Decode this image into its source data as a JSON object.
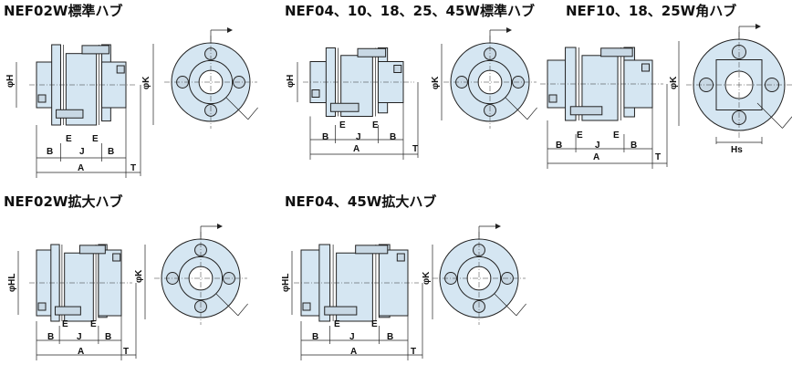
{
  "panels": [
    {
      "title": "NEF02W標準ハブ",
      "labels": {
        "dia_h": "φH",
        "dia_k": "φK",
        "e1": "E",
        "e2": "E",
        "b1": "B",
        "j": "J",
        "b2": "B",
        "a": "A",
        "t": "T"
      }
    },
    {
      "title": "NEF04、10、18、25、45W標準ハブ",
      "labels": {
        "dia_h": "φH",
        "dia_k": "φK",
        "e1": "E",
        "e2": "E",
        "b1": "B",
        "j": "J",
        "b2": "B",
        "a": "A",
        "t": "T"
      }
    },
    {
      "title": "NEF10、18、25W角ハブ",
      "labels": {
        "dia_k": "φK",
        "e1": "E",
        "e2": "E",
        "b1": "B",
        "j": "J",
        "b2": "B",
        "a": "A",
        "t": "T",
        "hs": "Hs"
      }
    },
    {
      "title": "NEF02W拡大ハブ",
      "labels": {
        "dia_h": "φHL",
        "dia_k": "φK",
        "e1": "E",
        "e2": "E",
        "b1": "B",
        "j": "J",
        "b2": "B",
        "a": "A",
        "t": "T"
      }
    },
    {
      "title": "NEF04、45W拡大ハブ",
      "labels": {
        "dia_h": "φHL",
        "dia_k": "φK",
        "e1": "E",
        "e2": "E",
        "b1": "B",
        "j": "J",
        "b2": "B",
        "a": "A",
        "t": "T"
      }
    }
  ],
  "colors": {
    "part_fill": "#d5e6f2",
    "line": "#222222"
  }
}
